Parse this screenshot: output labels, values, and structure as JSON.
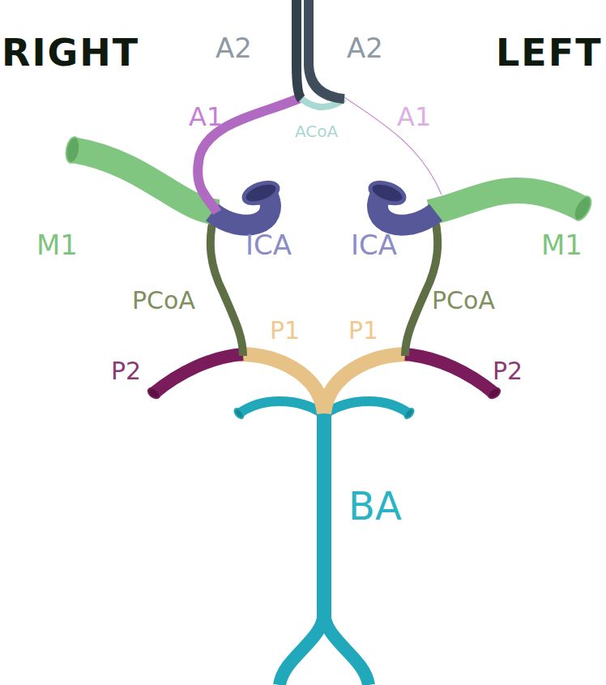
{
  "diagram": {
    "labels": [
      "RIGHT",
      "LEFT",
      "A2",
      "A2",
      "A1",
      "ACoA",
      "A1",
      "M1",
      "ICA",
      "ICA",
      "M1",
      "PCoA",
      "PCoA",
      "P1",
      "P1",
      "P2",
      "P2",
      "BA"
    ]
  }
}
